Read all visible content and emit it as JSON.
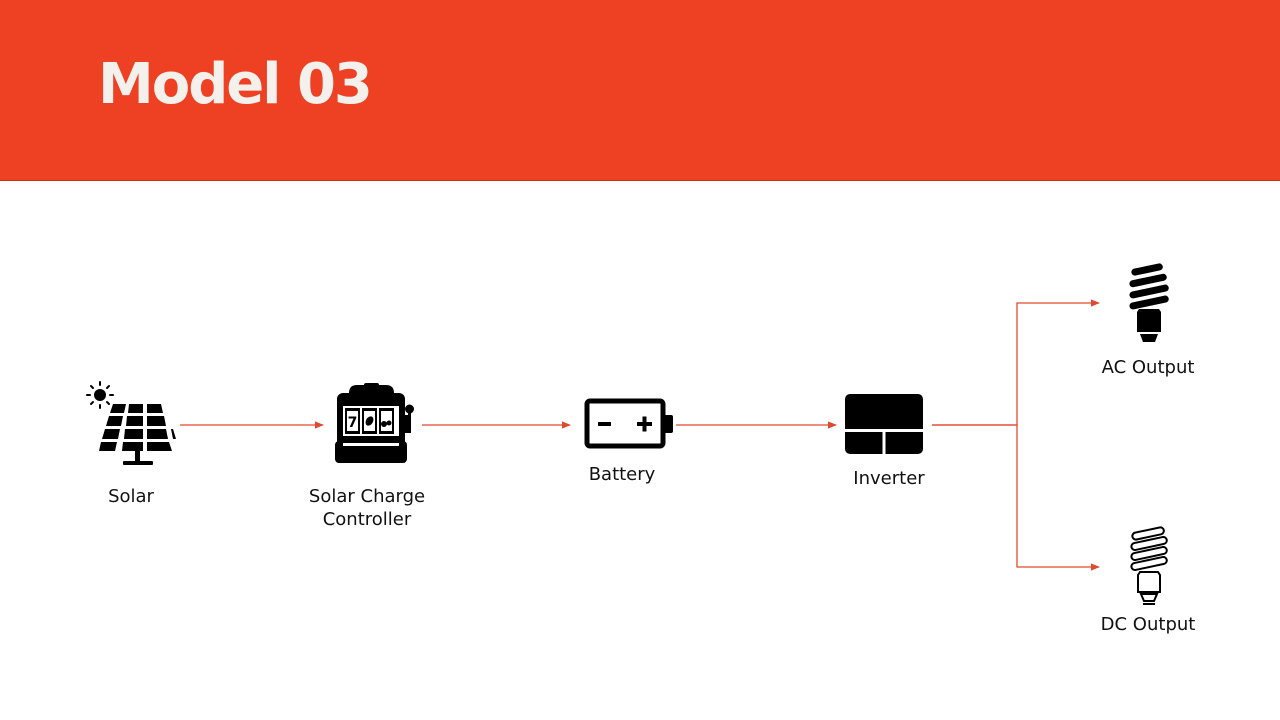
{
  "slide": {
    "title": "Model 03"
  },
  "colors": {
    "accent": "#ee4023",
    "connector": "#e04a2e",
    "icon": "#000000"
  },
  "nodes": [
    {
      "id": "solar",
      "label": "Solar",
      "icon": "solar-panel-icon"
    },
    {
      "id": "controller",
      "label_line1": "Solar Charge",
      "label_line2": "Controller",
      "icon": "slot-machine-icon"
    },
    {
      "id": "battery",
      "label": "Battery",
      "icon": "battery-icon"
    },
    {
      "id": "inverter",
      "label": "Inverter",
      "icon": "inverter-icon"
    },
    {
      "id": "ac",
      "label": "AC Output",
      "icon": "filled-bulb-icon"
    },
    {
      "id": "dc",
      "label": "DC Output",
      "icon": "outline-bulb-icon"
    }
  ],
  "edges": [
    {
      "from": "solar",
      "to": "controller"
    },
    {
      "from": "controller",
      "to": "battery"
    },
    {
      "from": "battery",
      "to": "inverter"
    },
    {
      "from": "inverter",
      "to": "ac"
    },
    {
      "from": "inverter",
      "to": "dc"
    }
  ]
}
